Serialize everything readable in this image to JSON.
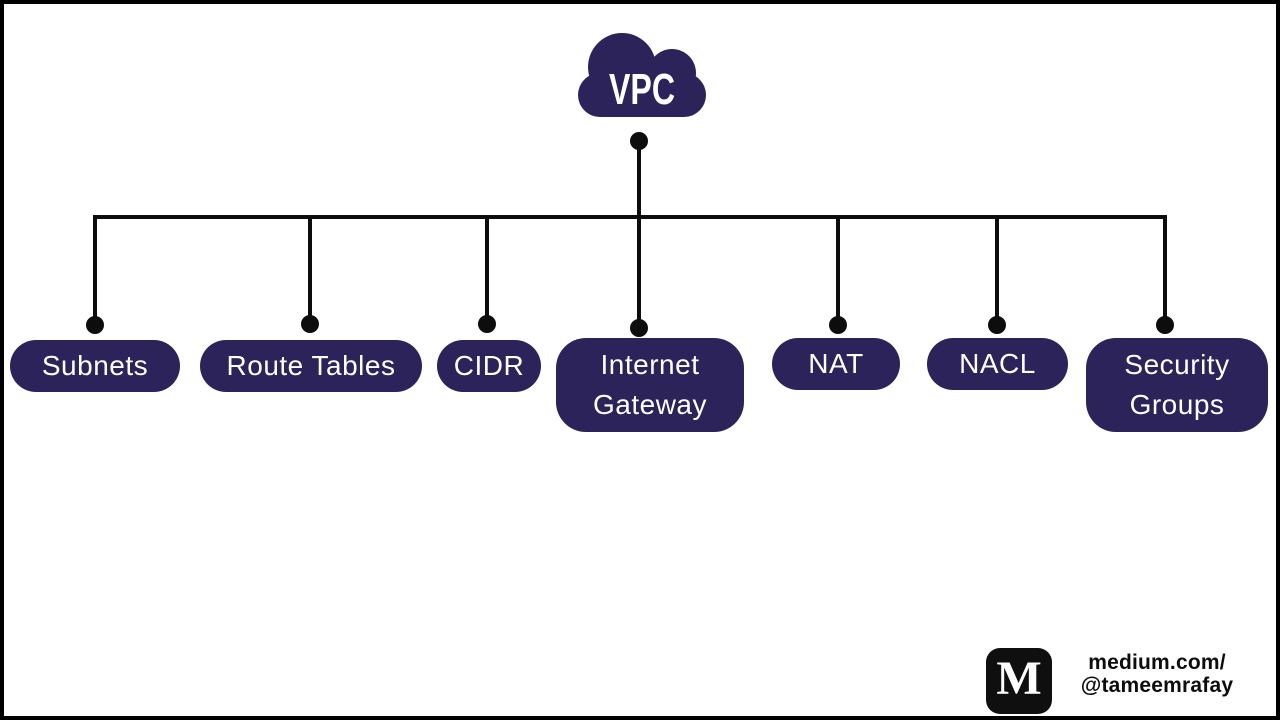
{
  "diagram": {
    "title_node": {
      "label": "VPC"
    },
    "children": [
      {
        "label": "Subnets"
      },
      {
        "label": "Route Tables"
      },
      {
        "label": "CIDR"
      },
      {
        "label": "Internet Gateway"
      },
      {
        "label": "NAT"
      },
      {
        "label": "NACL"
      },
      {
        "label": "Security Groups"
      }
    ]
  },
  "footer": {
    "logo_letter": "M",
    "line1": "medium.com/",
    "line2": "@tameemrafay"
  },
  "colors": {
    "node_fill": "#2b2359",
    "node_text": "#ffffff",
    "line": "#0d0d0d",
    "frame": "#000000",
    "background": "#ffffff"
  }
}
